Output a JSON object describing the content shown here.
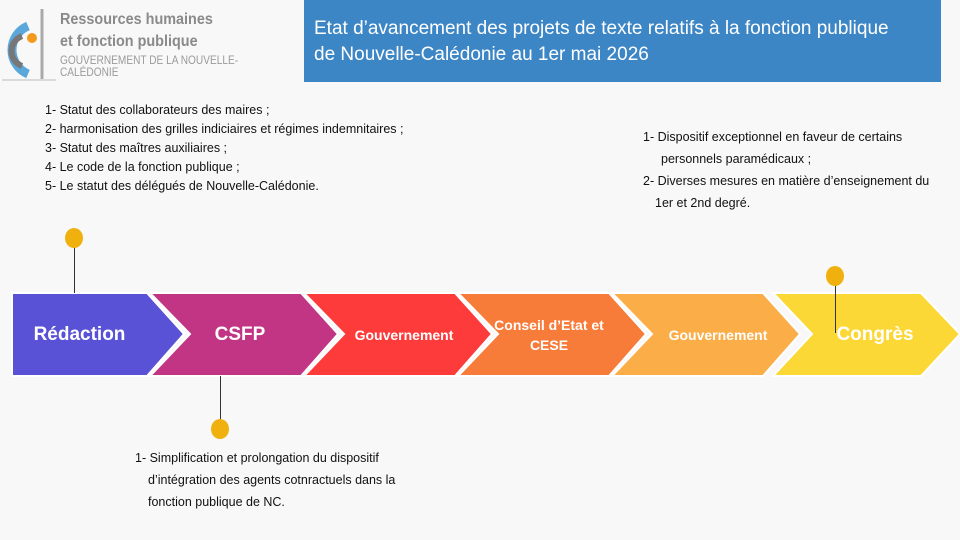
{
  "logo": {
    "line1": "Ressources humaines",
    "line2": "et fonction publique",
    "line3": "GOUVERNEMENT DE LA NOUVELLE-CALÉDONIE"
  },
  "title": {
    "line1": "Etat d’avancement des projets de texte relatifs à la fonction publique",
    "line2": "de Nouvelle-Calédonie au 1er mai 2026"
  },
  "redaction_list": [
    "1- Statut des collaborateurs des maires ;",
    "2- harmonisation des grilles indiciaires et  régimes indemnitaires ;",
    "3- Statut des maîtres auxiliaires ;",
    "4- Le code de la fonction publique ;",
    "5- Le statut des délégués de  Nouvelle-Calédonie."
  ],
  "congres_list": [
    "1- Dispositif exceptionnel en faveur de certains",
    "personnels  paramédicaux ;",
    "2- Diverses mesures en matière d’enseignement du",
    "1er et 2nd degré."
  ],
  "csfp_list": [
    "1- Simplification et prolongation du dispositif",
    "d’intégration des  agents cotnractuels dans la",
    "fonction publique de NC."
  ],
  "steps": [
    {
      "label": "Rédaction",
      "color": "#5a52d6"
    },
    {
      "label": "CSFP",
      "color": "#c13584"
    },
    {
      "label": "Gouvernement",
      "color": "#fe3b3b"
    },
    {
      "label": "Conseil d’Etat et CESE",
      "color": "#f77b39"
    },
    {
      "label": "Gouvernement",
      "color": "#fbad47"
    },
    {
      "label": "Congrès",
      "color": "#fcd836"
    }
  ]
}
